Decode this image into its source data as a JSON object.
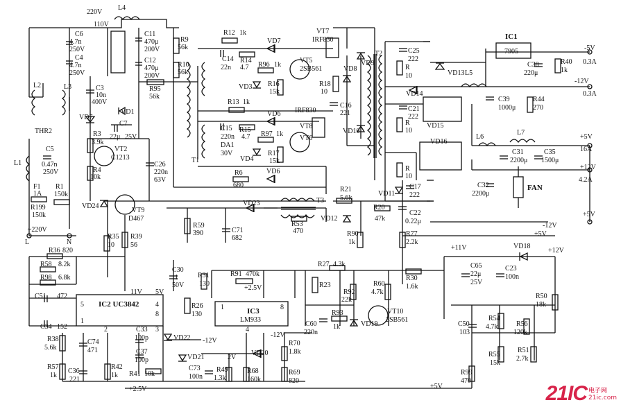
{
  "labels": {
    "v220": "220V",
    "v110": "110V",
    "l4": "L4",
    "c6": "C6",
    "c6v": "4.7n",
    "c6r": "250V",
    "c4": "C4",
    "c4v": "4.7n",
    "c4r": "250V",
    "c3": "C3",
    "c3v": "10n",
    "c3r": "400V",
    "c11": "C11",
    "c11v": "470μ",
    "c11r": "200V",
    "c12": "C12",
    "c12v": "470μ",
    "c12r": "200V",
    "r9": "R9",
    "r9v": "56k",
    "r10": "R10",
    "r10v": "56k",
    "r95": "R95",
    "r95v": "56k",
    "l2": "L2",
    "l3": "L3",
    "thr2": "THR2",
    "c5": "C5",
    "c5v": "0.47n",
    "c5r": "250V",
    "l1": "L1",
    "f1": "F1",
    "f1v": "1A",
    "r1": "R1",
    "r1v": "150k",
    "r199": "R199",
    "r199v": "150k",
    "mains": "~220V",
    "nodeL": "L",
    "nodeN": "N",
    "vd7a": "VD7",
    "vd1": "VD1",
    "c7": "C7",
    "c7v": "22μ",
    "c7r": "25V",
    "r3": "R3",
    "r3v": "3.9k",
    "vt2": "VT2",
    "vt2v": "C1213",
    "r4": "R4",
    "r4v": "10k",
    "c26": "C26",
    "c26v": "220n",
    "c26r": "63V",
    "r12": "R12",
    "r12v": "1k",
    "c14": "C14",
    "c14v": "22n",
    "r14": "R14",
    "r14v": "4.7",
    "vd7b": "VD7",
    "vt5": "VT5",
    "vt5v": "2SB561",
    "r96": "R96",
    "r96v": "1k",
    "vd3": "VD3",
    "r16": "R16",
    "r16v": "15k",
    "vt7": "VT7",
    "vt7v": "IRF830",
    "r18": "R18",
    "r18v": "10",
    "vd8": "VD8",
    "vd9": "VD9",
    "c16": "C16",
    "c16v": "221",
    "vd10": "VD10",
    "r13": "R13",
    "r13v": "1k",
    "c15": "C15",
    "c15v": "220n",
    "r15": "R15",
    "r15v": "4.7",
    "vd6a": "VD6",
    "irf830": "IRF830",
    "vt8": "VT8",
    "r97": "R97",
    "r97v": "1k",
    "da1": "DA1",
    "da1v": "30V",
    "vd4": "VD4",
    "r17": "R17",
    "r17v": "15k",
    "vt6": "VT6",
    "r6": "R6",
    "r6v": "680",
    "vd6b": "VD6",
    "t1": "T1",
    "t2": "T2",
    "c25": "C25",
    "c25v": "222",
    "r_t2a": "R",
    "r_t2a_v": "10",
    "vd13": "VD13",
    "l5": "L5",
    "vd14": "VD14",
    "c21": "C21",
    "c21v": "222",
    "r_t2b": "R",
    "r_t2b_v": "10",
    "vd15": "VD15",
    "vd16": "VD16",
    "r_t2c": "R",
    "r_t2c_v": "10",
    "vd11": "VD11",
    "c17": "C17",
    "c17v": "222",
    "ic1": "IC1",
    "ic1v": "7905",
    "c38": "C38",
    "c38v": "220μ",
    "r40": "R40",
    "r40v": "1k",
    "m5v": "-5V",
    "m5a": "0.3A",
    "m12v": "-12V",
    "m12a": "0.3A",
    "c39": "C39",
    "c39v": "1000μ",
    "r44": "R44",
    "r44v": "270",
    "l6": "L6",
    "l7": "L7",
    "c31": "C31",
    "c31v": "2200μ",
    "c35": "C35",
    "c35v": "1500μ",
    "p5v": "+5V",
    "p5a": "16A",
    "p12v": "+12V",
    "p12a": "4.2A",
    "c32": "C32",
    "c32v": "2200μ",
    "fan": "FAN",
    "vd24": "VD24",
    "vt9": "VT9",
    "vt9v": "D467",
    "r35": "R35",
    "r35v": "10",
    "r39": "R39",
    "r39v": "56",
    "vd23": "VD23",
    "t3": "T3",
    "r53": "R53",
    "r53v": "470",
    "r21": "R21",
    "r21v": "5.6k",
    "r20": "R20",
    "r20v": "47k",
    "vd12": "VD12",
    "r90": "R90",
    "r90v": "1k",
    "c22": "C22",
    "c22v": "0.22μ",
    "r77": "R77",
    "r77v": "2.2k",
    "m12v2": "-12V",
    "p5v2": "+5V",
    "p5v3": "+5V",
    "r59": "R59",
    "r59v": "390",
    "c71": "C71",
    "c71v": "682",
    "p11v": "+11V",
    "vd18": "VD18",
    "p12v2": "+12V",
    "c65": "C65",
    "c65v": "22μ",
    "c65r": "25V",
    "c23": "C23",
    "c23v": "100n",
    "r36": "R36",
    "r36v": "820",
    "r58": "R58",
    "r58v": "8.2k",
    "r98": "R98",
    "r98v": "6.8k",
    "c51": "C51",
    "c51v": "472",
    "c34": "C34",
    "c34v": "152",
    "ic2": "IC2 UC3842",
    "v11": "11V",
    "v5": "5V",
    "pin5": "5",
    "pin4": "4",
    "pin8": "8",
    "pin1": "1",
    "pin2": "2",
    "pin3": "3",
    "c30": "C30",
    "c30v": "1",
    "c30r": "50V",
    "r31": "R31",
    "r31v": "130",
    "r26": "R26",
    "r26v": "130",
    "r91": "R91",
    "r91v": "470k",
    "p25v": "+2.5V",
    "ic3": "IC3",
    "ic3v": "LM933",
    "p_1": "1",
    "p_8": "8",
    "p_4": "4",
    "m12v3": "-12V",
    "m12v4": "-12V",
    "r27": "R27",
    "r27v": "4.3k",
    "r23": "R23",
    "r92": "R92",
    "r92v": "22k",
    "r60": "R60",
    "r60v": "4.7k",
    "r30": "R30",
    "r30v": "1.6k",
    "vt10": "VT10",
    "vt10v": "2SB561",
    "c60": "C60",
    "c60v": "220n",
    "r93": "R93",
    "r93v": "1k",
    "vd19": "VD19",
    "r50": "R50",
    "r50v": "18k",
    "c50": "C50",
    "c50v": "103",
    "r54": "R54",
    "r54v": "4.7k",
    "r56": "R56",
    "r56v": "120k",
    "r55": "R55",
    "r55v": "15k",
    "r51": "R51",
    "r51v": "2.7k",
    "r99": "R99",
    "r99v": "470",
    "r38": "R38",
    "r38v": "5.6k",
    "c74": "C74",
    "c74v": "471",
    "r57": "R57",
    "r57v": "1k",
    "c36": "C36",
    "c36v": "221",
    "r42": "R42",
    "r42v": "1k",
    "c33": "C33",
    "c33v": "100p",
    "c37": "C37",
    "c37v": "100p",
    "r41": "R41",
    "r41v": "10k",
    "vd22": "VD22",
    "vd21": "VD21",
    "c73": "C73",
    "c73v": "100n",
    "v2": "2V",
    "r49": "R49",
    "r49v": "1.3k",
    "vd20": "VD20",
    "r68": "R68",
    "r68v": "160k",
    "r70": "R70",
    "r70v": "1.8k",
    "r69": "R69",
    "r69v": "820",
    "p25v2": "+2.5V",
    "p5v4": "+5V"
  },
  "logo": {
    "num": "21IC",
    "cn": "电子网",
    "en": "21ic.com"
  }
}
